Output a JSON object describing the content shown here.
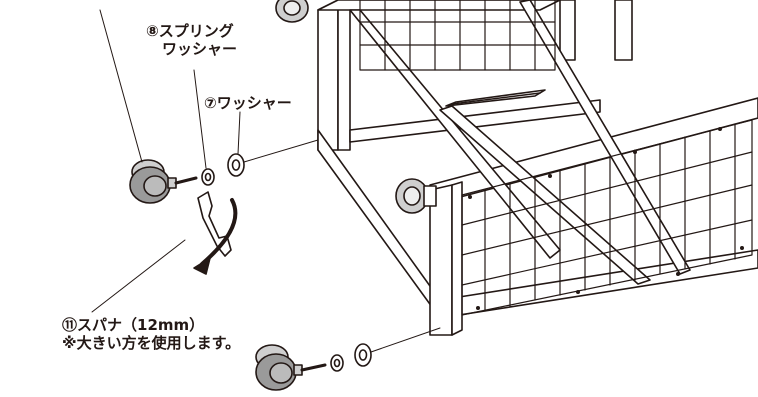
{
  "labels": {
    "spring_washer_line1": "⑧スプリング",
    "spring_washer_line2": "ワッシャー",
    "washer": "⑦ワッシャー",
    "spanner_line1": "⑪スパナ（12mm）",
    "spanner_line2": "※大きい方を使用します。"
  },
  "colors": {
    "line": "#231815",
    "frame_fill": "#ffffff",
    "caster_fill": "#9a9a9a"
  }
}
